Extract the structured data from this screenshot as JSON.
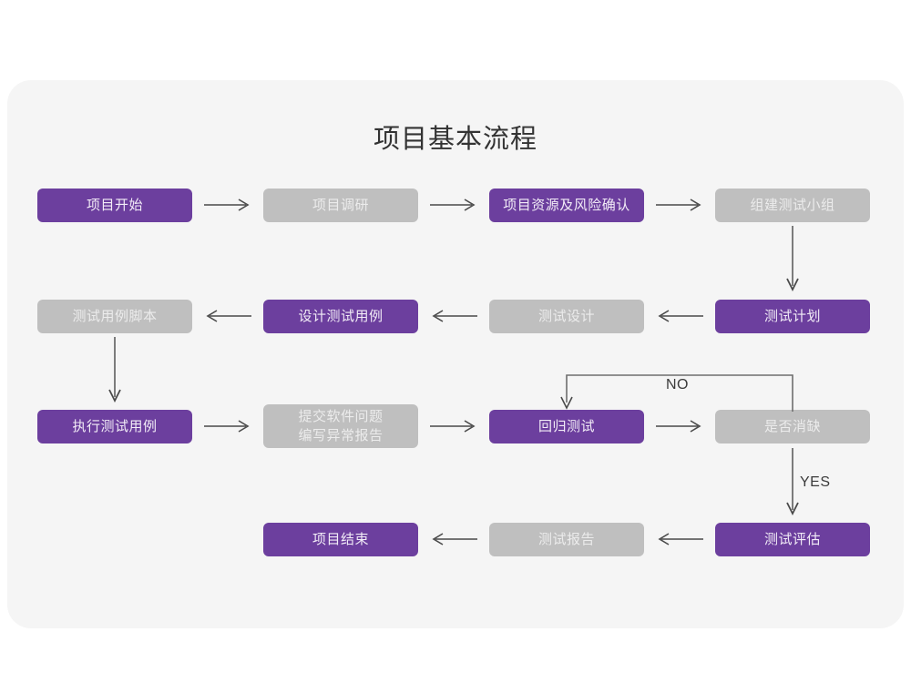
{
  "page": {
    "title": "项目基本流程",
    "background_color": "#ffffff",
    "card_color": "#f5f5f5"
  },
  "palette": {
    "purple": "#6c3f9e",
    "purple_text": "#f2ecf7",
    "gray": "#bfbfbf",
    "gray_text": "#ececec",
    "connector": "#4a4a4a",
    "title_text": "#333333"
  },
  "chart_data": {
    "type": "diagram",
    "title": "项目基本流程",
    "nodes": [
      {
        "id": "n1",
        "label": "项目开始",
        "style": "purple",
        "row": 1,
        "col": 1
      },
      {
        "id": "n2",
        "label": "项目调研",
        "style": "gray",
        "row": 1,
        "col": 2
      },
      {
        "id": "n3",
        "label": "项目资源及风险确认",
        "style": "purple",
        "row": 1,
        "col": 3
      },
      {
        "id": "n4",
        "label": "组建测试小组",
        "style": "gray",
        "row": 1,
        "col": 4
      },
      {
        "id": "n5",
        "label": "测试用例脚本",
        "style": "gray",
        "row": 2,
        "col": 1
      },
      {
        "id": "n6",
        "label": "设计测试用例",
        "style": "purple",
        "row": 2,
        "col": 2
      },
      {
        "id": "n7",
        "label": "测试设计",
        "style": "gray",
        "row": 2,
        "col": 3
      },
      {
        "id": "n8",
        "label": "测试计划",
        "style": "purple",
        "row": 2,
        "col": 4
      },
      {
        "id": "n9",
        "label": "执行测试用例",
        "style": "purple",
        "row": 3,
        "col": 1
      },
      {
        "id": "n10",
        "label": "提交软件问题\n编写异常报告",
        "style": "gray",
        "row": 3,
        "col": 2
      },
      {
        "id": "n11",
        "label": "回归测试",
        "style": "purple",
        "row": 3,
        "col": 3
      },
      {
        "id": "n12",
        "label": "是否消缺",
        "style": "gray",
        "row": 3,
        "col": 4
      },
      {
        "id": "n13",
        "label": "项目结束",
        "style": "purple",
        "row": 4,
        "col": 2
      },
      {
        "id": "n14",
        "label": "测试报告",
        "style": "gray",
        "row": 4,
        "col": 3
      },
      {
        "id": "n15",
        "label": "测试评估",
        "style": "purple",
        "row": 4,
        "col": 4
      }
    ],
    "edges": [
      {
        "from": "n1",
        "to": "n2",
        "direction": "right",
        "label": ""
      },
      {
        "from": "n2",
        "to": "n3",
        "direction": "right",
        "label": ""
      },
      {
        "from": "n3",
        "to": "n4",
        "direction": "right",
        "label": ""
      },
      {
        "from": "n4",
        "to": "n8",
        "direction": "down",
        "label": ""
      },
      {
        "from": "n8",
        "to": "n7",
        "direction": "left",
        "label": ""
      },
      {
        "from": "n7",
        "to": "n6",
        "direction": "left",
        "label": ""
      },
      {
        "from": "n6",
        "to": "n5",
        "direction": "left",
        "label": ""
      },
      {
        "from": "n5",
        "to": "n9",
        "direction": "down",
        "label": ""
      },
      {
        "from": "n9",
        "to": "n10",
        "direction": "right",
        "label": ""
      },
      {
        "from": "n10",
        "to": "n11",
        "direction": "right",
        "label": ""
      },
      {
        "from": "n11",
        "to": "n12",
        "direction": "right",
        "label": ""
      },
      {
        "from": "n12",
        "to": "n11",
        "direction": "elbow-up-left",
        "label": "NO"
      },
      {
        "from": "n12",
        "to": "n15",
        "direction": "down",
        "label": "YES"
      },
      {
        "from": "n15",
        "to": "n14",
        "direction": "left",
        "label": ""
      },
      {
        "from": "n14",
        "to": "n13",
        "direction": "left",
        "label": ""
      }
    ],
    "edge_labels": {
      "no": "NO",
      "yes": "YES"
    }
  }
}
